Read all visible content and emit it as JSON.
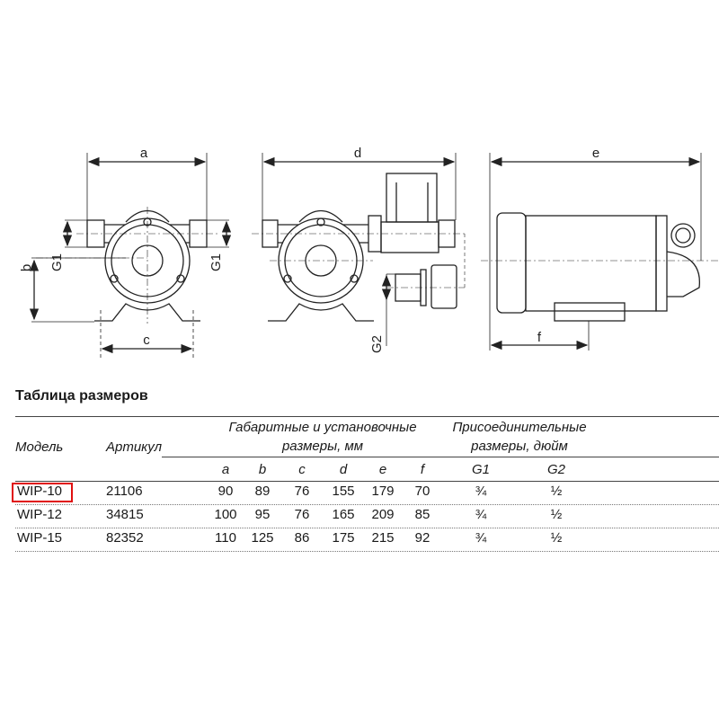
{
  "drawing": {
    "labels": {
      "a": "a",
      "b": "b",
      "c": "c",
      "d": "d",
      "e": "e",
      "f": "f",
      "g1": "G1",
      "g2": "G2"
    }
  },
  "table": {
    "title": "Таблица размеров",
    "headers": {
      "model": "Модель",
      "article": "Артикул",
      "dims_line1": "Габаритные и установочные",
      "dims_line2": "размеры, мм",
      "conn_line1": "Присоединительные",
      "conn_line2": "размеры, дюйм",
      "sub": [
        "a",
        "b",
        "c",
        "d",
        "e",
        "f",
        "G1",
        "G2"
      ]
    },
    "rows": [
      {
        "model": "WIP-10",
        "article": "21106",
        "values": [
          "90",
          "89",
          "76",
          "155",
          "179",
          "70",
          "¾",
          "½"
        ],
        "highlighted": true
      },
      {
        "model": "WIP-12",
        "article": "34815",
        "values": [
          "100",
          "95",
          "76",
          "165",
          "209",
          "85",
          "¾",
          "½"
        ]
      },
      {
        "model": "WIP-15",
        "article": "82352",
        "values": [
          "110",
          "125",
          "86",
          "175",
          "215",
          "92",
          "¾",
          "½"
        ]
      }
    ],
    "highlight_color": "#e01010"
  }
}
